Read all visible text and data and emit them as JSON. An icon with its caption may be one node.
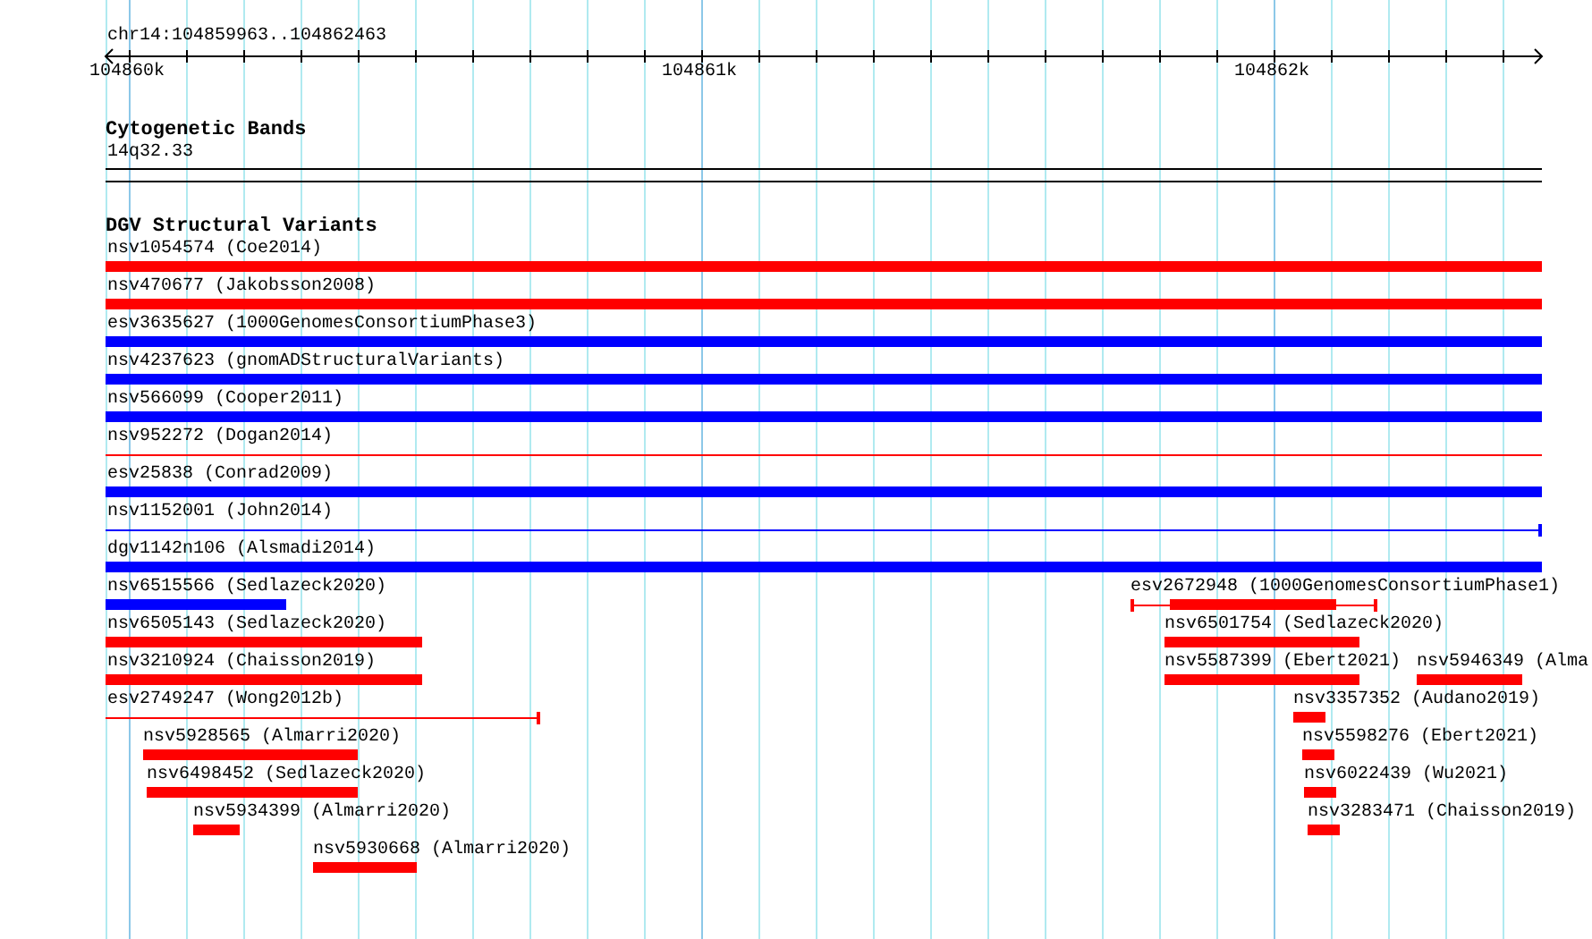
{
  "diagram": {
    "labels": [
      "chr14:104859963..104862463",
      "104860k",
      "104861k",
      "104862k",
      "Cytogenetic Bands",
      "14q32.33",
      "DGV Structural Variants",
      "nsv1054574 (Coe2014)",
      "nsv470677 (Jakobsson2008)",
      "esv3635627 (1000GenomesConsortiumPhase3)",
      "nsv4237623 (gnomADStructuralVariants)",
      "nsv566099 (Cooper2011)",
      "nsv952272 (Dogan2014)",
      "esv25838 (Conrad2009)",
      "nsv1152001 (John2014)",
      "dgv1142n106 (Alsmadi2014)",
      "nsv6515566 (Sedlazeck2020)",
      "esv2672948 (1000GenomesConsortiumPhase1)",
      "nsv6505143 (Sedlazeck2020)",
      "nsv6501754 (Sedlazeck2020)",
      "nsv3210924 (Chaisson2019)",
      "nsv5587399 (Ebert2021)",
      "nsv5946349 (Alma",
      "esv2749247 (Wong2012b)",
      "nsv3357352 (Audano2019)",
      "nsv5928565 (Almarri2020)",
      "nsv5598276 (Ebert2021)",
      "nsv6498452 (Sedlazeck2020)",
      "nsv6022439 (Wu2021)",
      "nsv5934399 (Almarri2020)",
      "nsv3283471 (Chaisson2019)",
      "nsv5930668 (Almarri2020)"
    ]
  }
}
